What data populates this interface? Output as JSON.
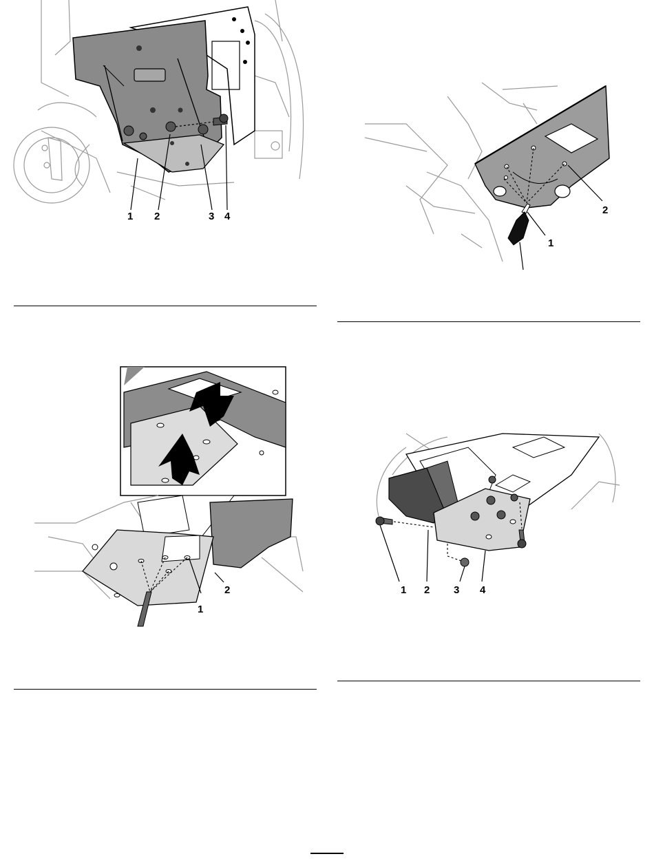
{
  "figures": [
    {
      "id": "figure-1",
      "callouts": [
        "1",
        "2",
        "3",
        "4"
      ]
    },
    {
      "id": "figure-2",
      "callouts": [
        "1",
        "2"
      ]
    },
    {
      "id": "figure-3",
      "callouts": [
        "1",
        "2"
      ]
    },
    {
      "id": "figure-4",
      "callouts": [
        "1",
        "2",
        "3",
        "4"
      ]
    }
  ]
}
